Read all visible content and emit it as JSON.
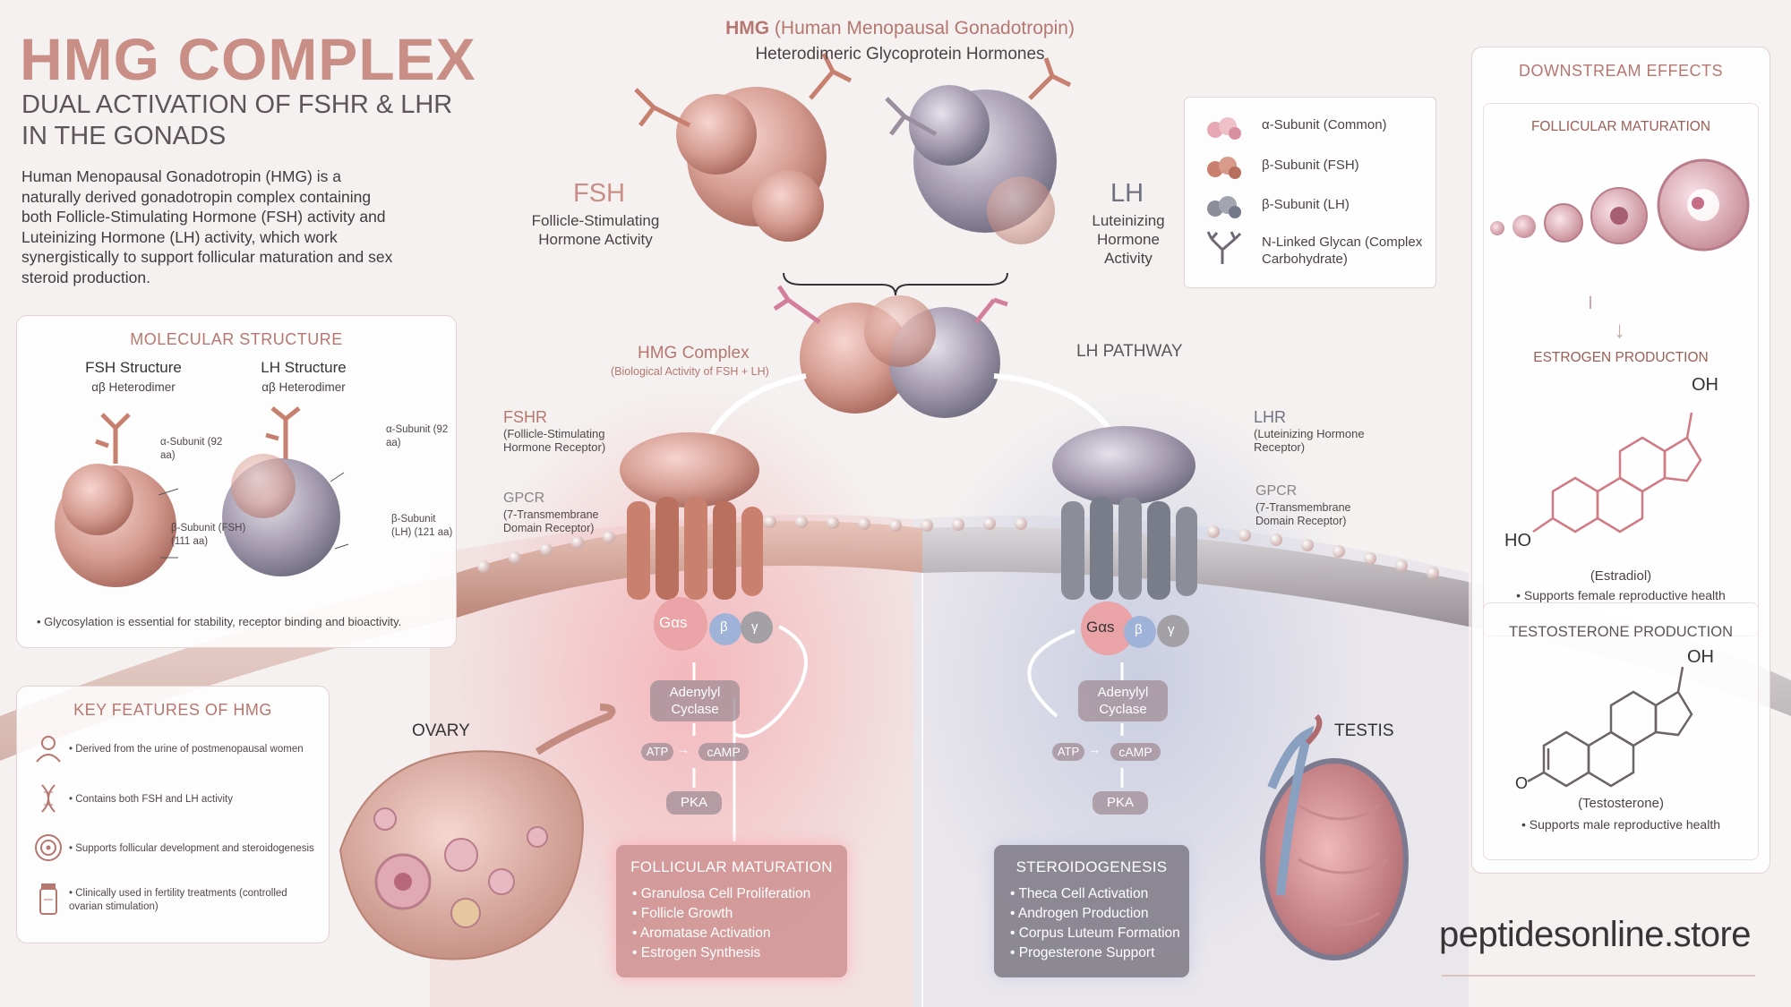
{
  "header": {
    "title": "HMG COMPLEX",
    "subtitle": "DUAL ACTIVATION OF FSHR & LHR IN THE GONADS",
    "intro": "Human Menopausal Gonadotropin (HMG) is a naturally derived gonadotropin complex containing both Follicle-Stimulating Hormone (FSH) activity and Luteinizing Hormone (LH) activity, which work synergistically to support follicular maturation and sex steroid production."
  },
  "top": {
    "hmg_bold": "HMG",
    "hmg_rest": "(Human Menopausal Gonadotropin)",
    "hmg_sub": "Heterodimeric Glycoprotein Hormones",
    "fsh_label": "FSH",
    "fsh_desc": "Follicle-Stimulating Hormone Activity",
    "lh_label": "LH",
    "lh_desc": "Luteinizing Hormone Activity"
  },
  "legend": [
    {
      "icon": "alpha-subunit-icon",
      "label": "α-Subunit (Common)"
    },
    {
      "icon": "beta-fsh-icon",
      "label": "β-Subunit (FSH)"
    },
    {
      "icon": "beta-lh-icon",
      "label": "β-Subunit (LH)"
    },
    {
      "icon": "glycan-icon",
      "label": "N-Linked Glycan (Complex Carbohydrate)"
    }
  ],
  "molecular": {
    "title": "MOLECULAR STRUCTURE",
    "fsh_title": "FSH Structure",
    "fsh_sub": "αβ Heterodimer",
    "lh_title": "LH Structure",
    "lh_sub": "αβ Heterodimer",
    "fsh_alpha": "α-Subunit (92 aa)",
    "fsh_beta": "β-Subunit (FSH) (111 aa)",
    "lh_alpha": "α-Subunit (92 aa)",
    "lh_beta": "β-Subunit (LH) (121 aa)",
    "note": "• Glycosylation is essential for stability, receptor binding and bioactivity."
  },
  "features": {
    "title": "KEY FEATURES OF HMG",
    "items": [
      {
        "icon": "person-icon",
        "text": "• Derived from the urine of postmenopausal women"
      },
      {
        "icon": "dna-icon",
        "text": "• Contains both FSH and LH activity"
      },
      {
        "icon": "target-icon",
        "text": "• Supports follicular development and steroidogenesis"
      },
      {
        "icon": "vial-icon",
        "text": "• Clinically used in fertility treatments (controlled ovarian stimulation)"
      }
    ]
  },
  "center": {
    "complex_title": "HMG Complex",
    "complex_sub": "(Biological Activity of FSH + LH)",
    "lh_pathway": "LH PATHWAY",
    "fshr": "FSHR",
    "fshr_desc": "(Follicle-Stimulating Hormone Receptor)",
    "gpcr_left": "GPCR",
    "gpcr_left_desc": "(7-Transmembrane Domain Receptor)",
    "lhr": "LHR",
    "lhr_desc": "(Luteinizing Hormone Receptor)",
    "gpcr_right": "GPCR",
    "gpcr_right_desc": "(7-Transmembrane Domain Receptor)",
    "gas": "Gαs",
    "beta": "β",
    "gamma": "γ",
    "adenylyl": "Adenylyl Cyclase",
    "atp": "ATP",
    "camp": "cAMP",
    "pka": "PKA",
    "ovary": "OVARY",
    "testis": "TESTIS"
  },
  "follicular_box": {
    "title": "FOLLICULAR MATURATION",
    "items": [
      "• Granulosa Cell Proliferation",
      "• Follicle Growth",
      "• Aromatase Activation",
      "• Estrogen Synthesis"
    ]
  },
  "steroid_box": {
    "title": "STEROIDOGENESIS",
    "items": [
      "• Theca Cell Activation",
      "• Androgen Production",
      "• Corpus Luteum Formation",
      "• Progesterone Support"
    ]
  },
  "downstream": {
    "title": "DOWNSTREAM EFFECTS",
    "follicular": "FOLLICULAR MATURATION",
    "estrogen": "ESTROGEN PRODUCTION",
    "estradiol_oh": "OH",
    "estradiol_ho": "HO",
    "estradiol": "(Estradiol)",
    "estradiol_note": "• Supports female reproductive health",
    "testosterone_title": "TESTOSTERONE PRODUCTION",
    "testo_oh": "OH",
    "testo_o": "O",
    "testosterone": "(Testosterone)",
    "testosterone_note": "• Supports male reproductive health"
  },
  "brand": "peptidesonline.store",
  "colors": {
    "rose": "#c98f86",
    "slate": "#7f8596",
    "accent": "#b5776f"
  }
}
